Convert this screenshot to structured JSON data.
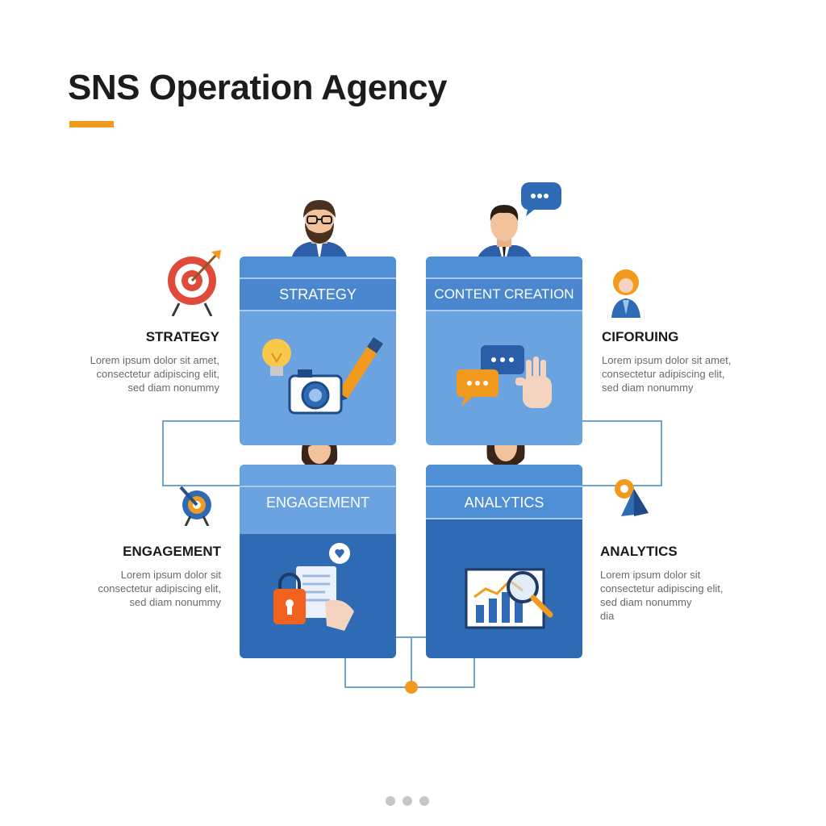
{
  "title": "SNS Operation Agency",
  "panels": {
    "strategy": "STRATEGY",
    "content_creation": "CONTENT CREATION",
    "engagement": "ENGAGEMENT",
    "analytics": "ANALYTICS"
  },
  "sides": {
    "strategy": {
      "heading": "STRATEGY",
      "lines": [
        "Lorem ipsum dolor sit amet,",
        "consectetur adipiscing elit,",
        "sed diam nonummy"
      ]
    },
    "ciforuing": {
      "heading": "CIFORUING",
      "lines": [
        "Lorem ipsum dolor sit amet,",
        "consectetur adipiscing elit,",
        "sed diam nonummy"
      ]
    },
    "engagement": {
      "heading": "ENGAGEMENT",
      "lines": [
        "Lorem ipsum dolor sit",
        "consectetur adipiscing elit,",
        "sed diam nonummy"
      ]
    },
    "analytics": {
      "heading": "ANALYTICS",
      "lines": [
        "Lorem ipsum dolor sit",
        "consectetur adipiscing elit,",
        "sed diam nonummy",
        "dia"
      ]
    }
  },
  "colors": {
    "accent": "#f29a1e",
    "blue_light": "#4f8fd6",
    "blue_dark": "#2f6bb5",
    "line": "#6fa3d6"
  },
  "icons": [
    "target-icon",
    "lightbulb-icon",
    "camera-icon",
    "pen-icon",
    "chat-icon",
    "hand-icon",
    "person-icon",
    "lock-icon",
    "document-icon",
    "chart-icon",
    "magnifier-icon",
    "location-icon"
  ]
}
